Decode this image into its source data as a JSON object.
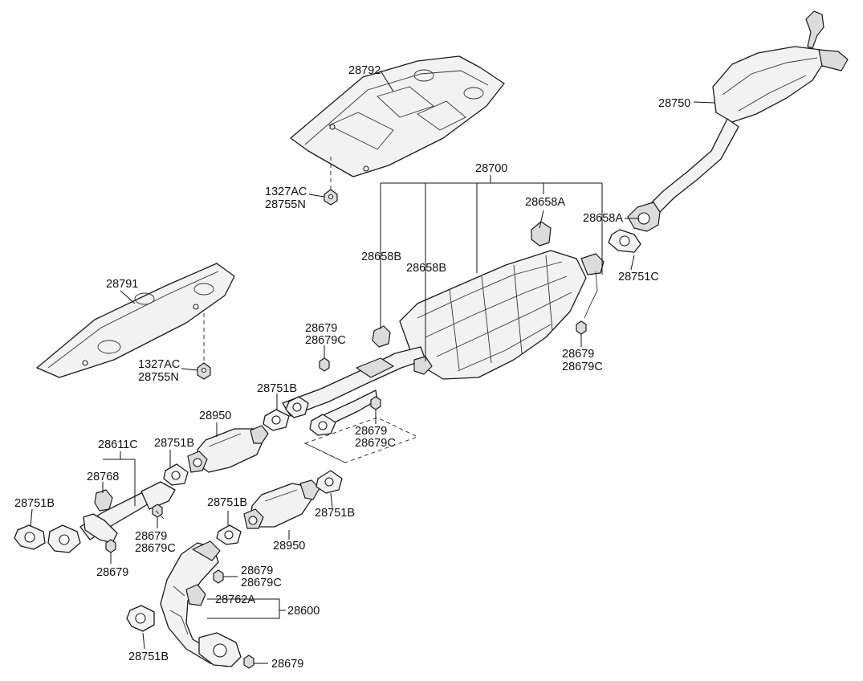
{
  "callouts": {
    "c28792": "28792",
    "c1327AC_top": "1327AC",
    "c28755N_top": "28755N",
    "c28791": "28791",
    "c1327AC_mid": "1327AC",
    "c28755N_mid": "28755N",
    "c28700": "28700",
    "c28658A_1": "28658A",
    "c28658A_2": "28658A",
    "c28658B_1": "28658B",
    "c28658B_2": "28658B",
    "c28750": "28750",
    "c28751C": "28751C",
    "c28679_r": "28679",
    "c28679C_r": "28679C",
    "c28679_a": "28679",
    "c28679C_a": "28679C",
    "c28751B_1": "28751B",
    "c28679_b": "28679",
    "c28679C_b": "28679C",
    "c28950_1": "28950",
    "c28611C": "28611C",
    "c28751B_2": "28751B",
    "c28768": "28768",
    "c28751B_3": "28751B",
    "c28679_c": "28679",
    "c28679C_c": "28679C",
    "c28679_d": "28679",
    "c28751B_4": "28751B",
    "c28751B_5": "28751B",
    "c28950_2": "28950",
    "c28679_e": "28679",
    "c28679C_e": "28679C",
    "c28762A": "28762A",
    "c28600": "28600",
    "c28751B_6": "28751B",
    "c28679_f": "28679"
  }
}
